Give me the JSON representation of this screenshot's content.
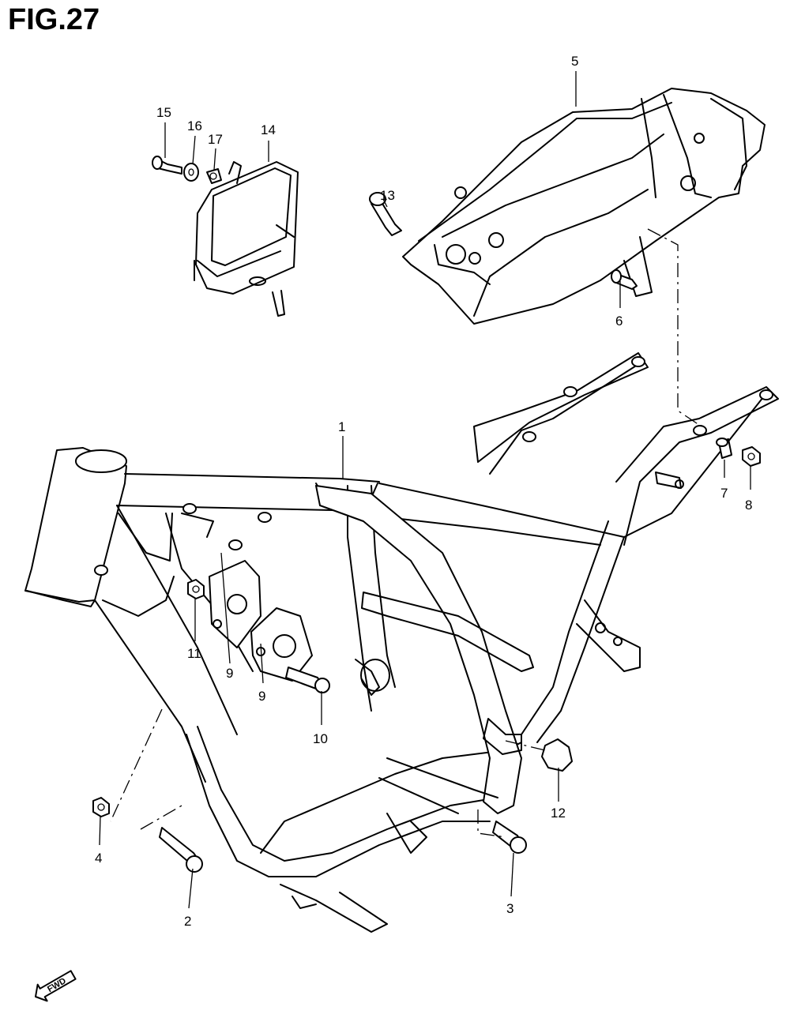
{
  "figure": {
    "title": "FIG.27"
  },
  "callouts": [
    {
      "id": "c1",
      "label": "1"
    },
    {
      "id": "c2",
      "label": "2"
    },
    {
      "id": "c3",
      "label": "3"
    },
    {
      "id": "c4",
      "label": "4"
    },
    {
      "id": "c5",
      "label": "5"
    },
    {
      "id": "c6",
      "label": "6"
    },
    {
      "id": "c7",
      "label": "7"
    },
    {
      "id": "c8",
      "label": "8"
    },
    {
      "id": "c9a",
      "label": "9"
    },
    {
      "id": "c9b",
      "label": "9"
    },
    {
      "id": "c10",
      "label": "10"
    },
    {
      "id": "c11",
      "label": "11"
    },
    {
      "id": "c12",
      "label": "12"
    },
    {
      "id": "c13",
      "label": "13"
    },
    {
      "id": "c14",
      "label": "14"
    },
    {
      "id": "c15",
      "label": "15"
    },
    {
      "id": "c16",
      "label": "16"
    },
    {
      "id": "c17",
      "label": "17"
    }
  ],
  "direction_badge": {
    "label": "FWD",
    "icon": "forward-arrow-icon"
  }
}
